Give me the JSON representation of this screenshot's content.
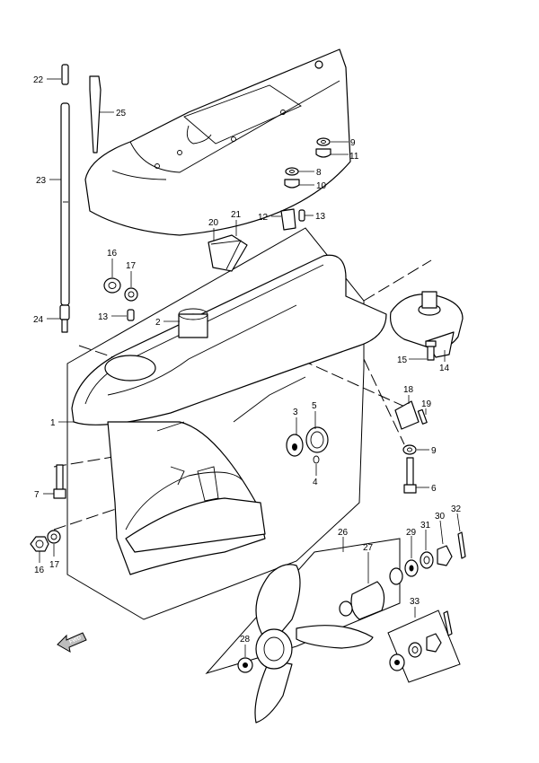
{
  "diagram": {
    "callouts": [
      "22",
      "25",
      "23",
      "9",
      "11",
      "8",
      "10",
      "12",
      "13",
      "20",
      "21",
      "16",
      "17",
      "13",
      "2",
      "24",
      "14",
      "15",
      "18",
      "19",
      "1",
      "3",
      "5",
      "4",
      "9",
      "6",
      "7",
      "32",
      "30",
      "31",
      "29",
      "27",
      "26",
      "16",
      "17",
      "33",
      "28"
    ],
    "fwd_label": "FWD"
  }
}
